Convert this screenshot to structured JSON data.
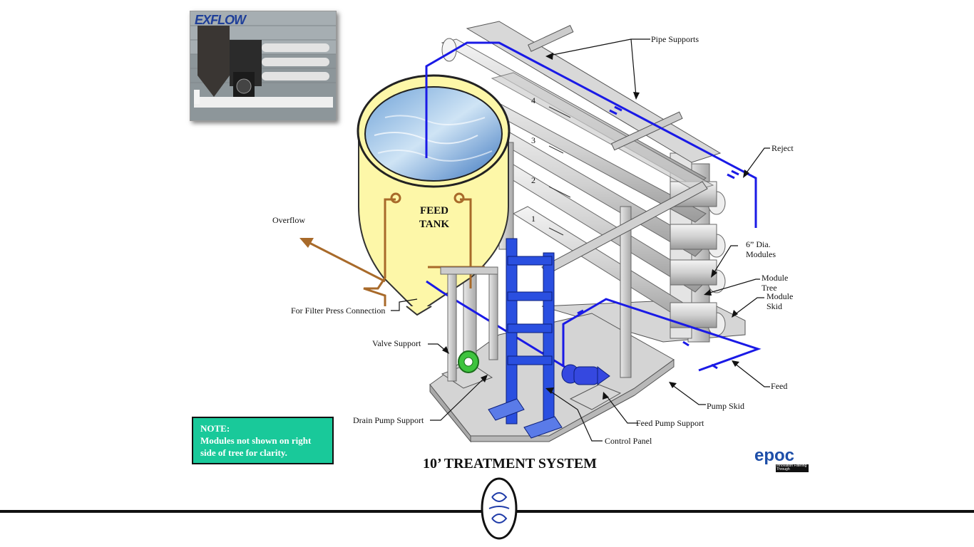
{
  "labels": {
    "pipe_supports": "Pipe Supports",
    "reject": "Reject",
    "overflow": "Overflow",
    "modules_line1": "6” Dia.",
    "modules_line2": "Modules",
    "module_tree_line1": "Module",
    "module_tree_line2": "Tree",
    "module_skid_line1": "Module",
    "module_skid_line2": "Skid",
    "filter_press": "For Filter Press Connection",
    "valve_support": "Valve Support",
    "feed": "Feed",
    "pump_skid": "Pump Skid",
    "drain_pump_support": "Drain Pump Support",
    "feed_pump_support": "Feed Pump Support",
    "control_panel": "Control Panel"
  },
  "tank": {
    "line1": "FEED",
    "line2": "TANK"
  },
  "module_numbers": [
    "4",
    "3",
    "2",
    "1"
  ],
  "note": {
    "heading": "NOTE:",
    "line1": "Modules not shown on right",
    "line2": "side of tree for clarity."
  },
  "title": "10’ TREATMENT SYSTEM",
  "photo_logo": "EXFLOW",
  "brand": {
    "name": "epoc",
    "tagline": "Innovation Filtering Through"
  },
  "colors": {
    "feed_line": "#1a1ae6",
    "overflow_line": "#a86a2a",
    "tank": "#fdf7a8",
    "note_bg": "#19c99a",
    "frame": "#c8c8c8",
    "control_panel": "#2a4fe0"
  }
}
